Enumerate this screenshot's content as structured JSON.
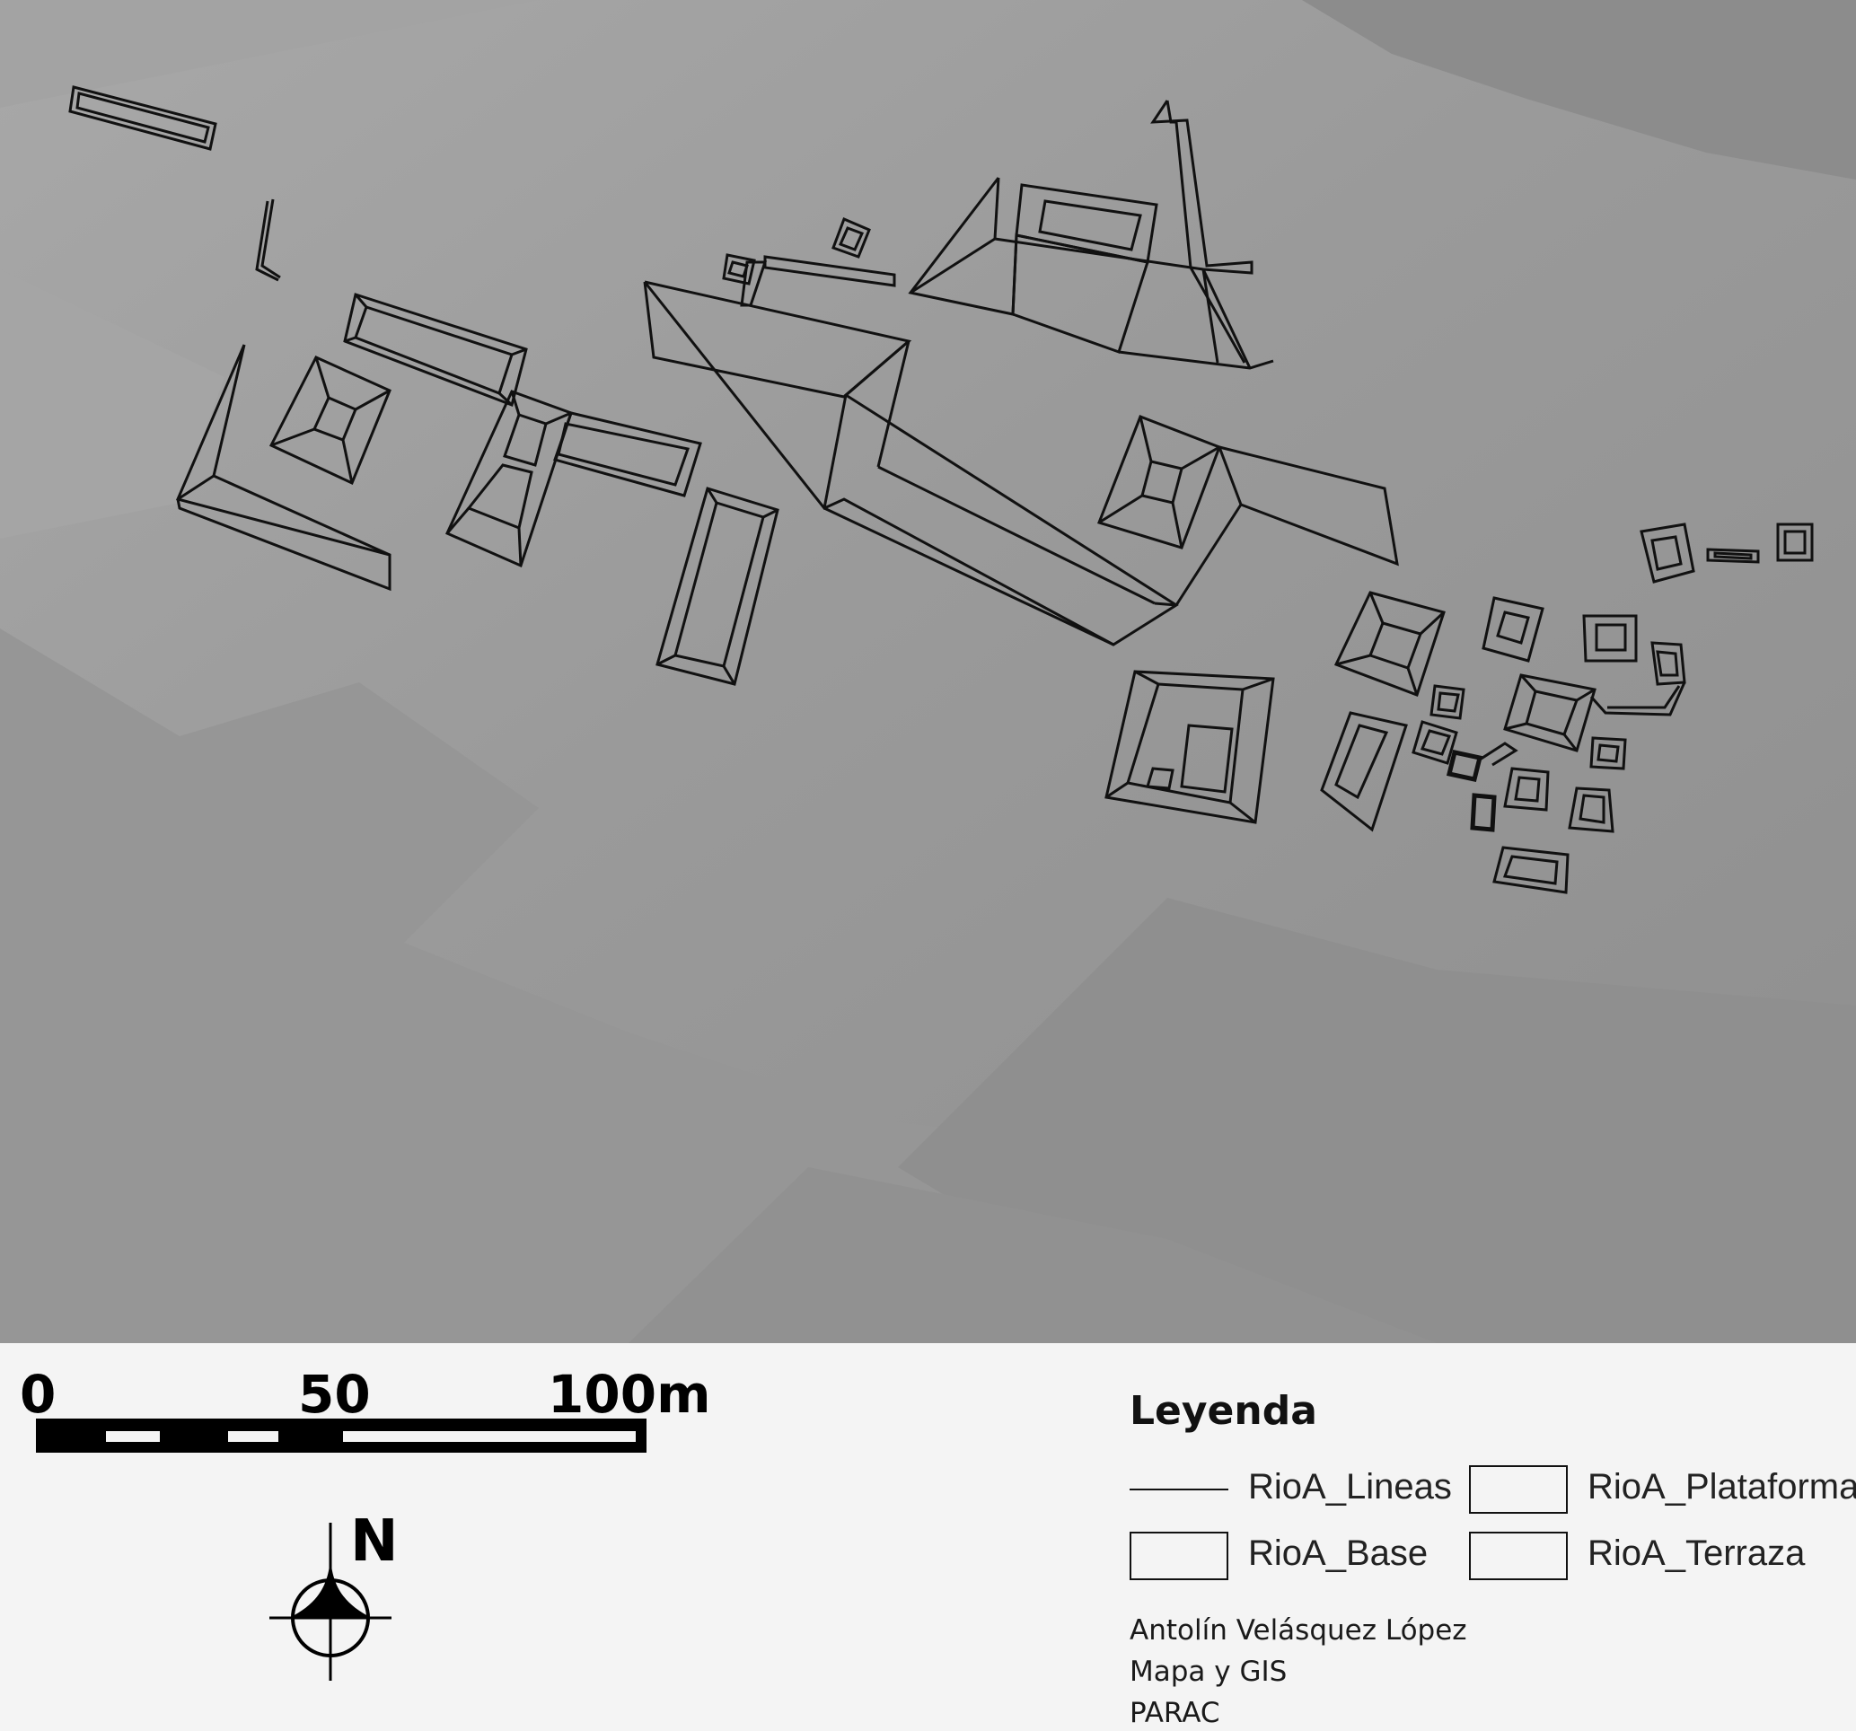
{
  "map": {
    "background_color": "#9b9b9b",
    "outline_color": "#111111"
  },
  "scale": {
    "label_0": "0",
    "label_50": "50",
    "label_100": "100m"
  },
  "north": {
    "label": "N",
    "icon": "north-arrow-icon"
  },
  "legend": {
    "title": "Leyenda",
    "items": [
      {
        "label": "RioA_Lineas",
        "symbol": "line"
      },
      {
        "label": "RioA_Plataforma",
        "symbol": "box"
      },
      {
        "label": "RioA_Base",
        "symbol": "box"
      },
      {
        "label": "RioA_Terraza",
        "symbol": "box"
      }
    ]
  },
  "credits": [
    "Antolín Velásquez López",
    "Mapa y GIS",
    "PARAC"
  ]
}
